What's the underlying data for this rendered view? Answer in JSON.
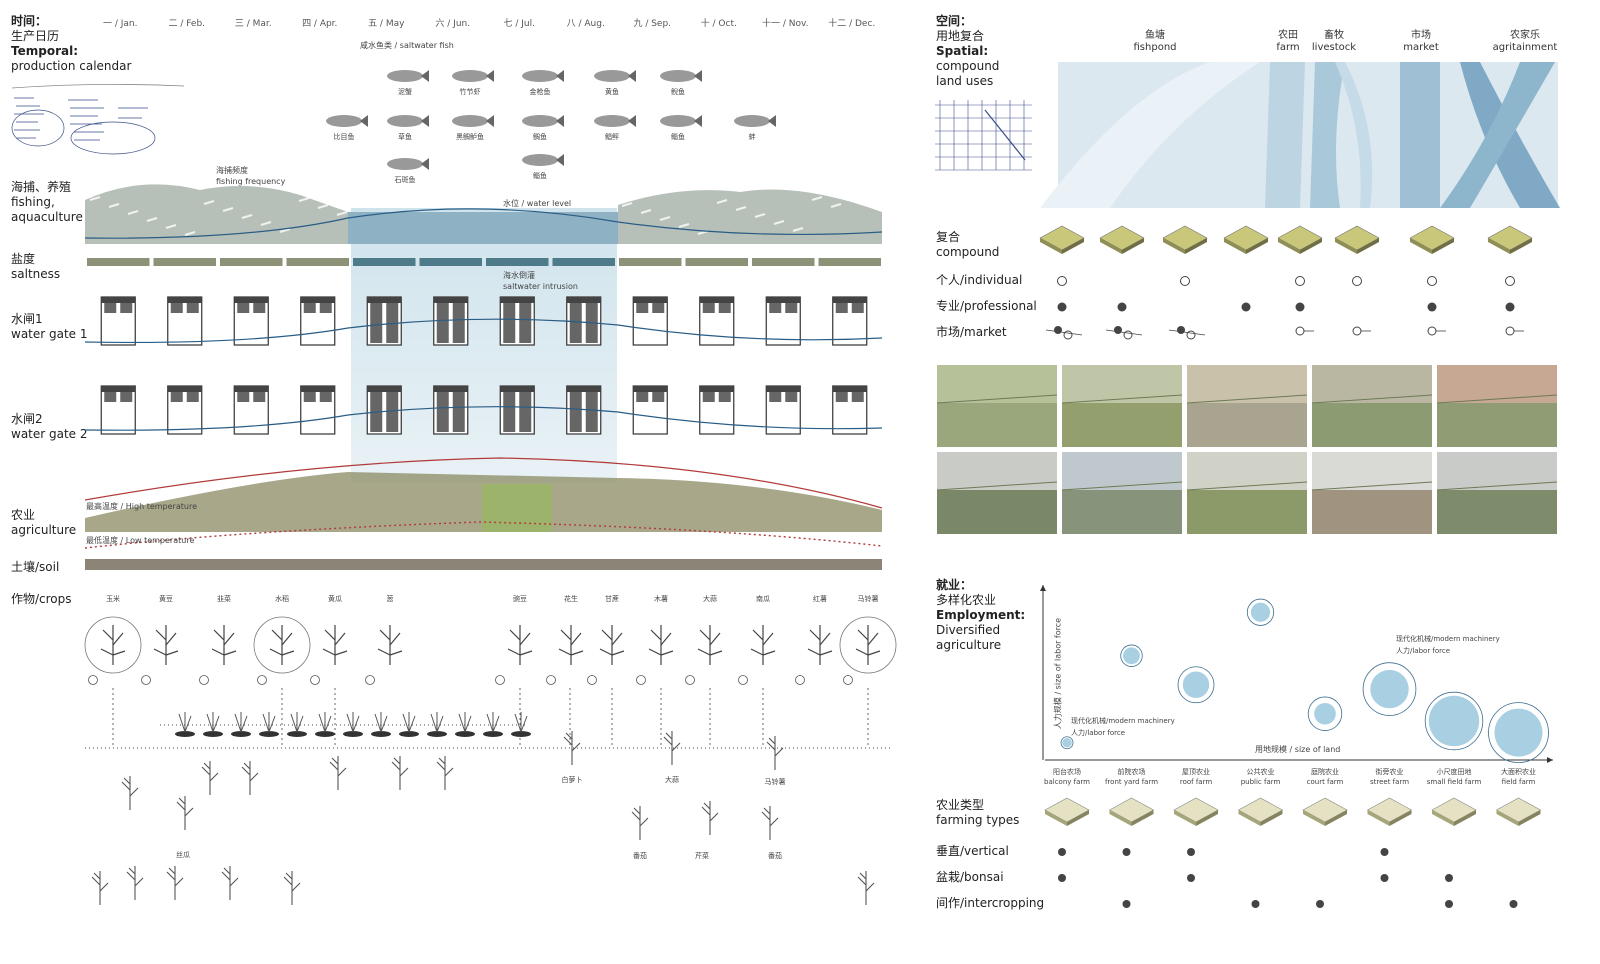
{
  "left": {
    "header": {
      "zh1": "时间：",
      "zh2": "生产日历",
      "en1": "Temporal:",
      "en2": "production calendar"
    },
    "months": [
      "一 / Jan.",
      "二 / Feb.",
      "三 / Mar.",
      "四 / Apr.",
      "五 / May",
      "六 / Jun.",
      "七 / Jul.",
      "八 / Aug.",
      "九 / Sep.",
      "十 / Oct.",
      "十一 / Nov.",
      "十二 / Dec."
    ],
    "fish_title": "咸水鱼类 / saltwater fish",
    "fish": [
      "泥蟹",
      "竹节虾",
      "金枪鱼",
      "黄鱼",
      "鲵鱼",
      "比目鱼",
      "草鱼",
      "黑鲷鲈鱼",
      "鲷鱼",
      "鲳鲆",
      "鲻鱼",
      "蚌",
      "石斑鱼",
      "鲻鱼"
    ],
    "fishing": {
      "zh": "海捕、养殖",
      "en1": "fishing,",
      "en2": "aquaculture",
      "freq_zh": "海捕频度",
      "freq_en": "fishing frequency",
      "water_level": "水位 / water level"
    },
    "saltness": {
      "zh": "盐度",
      "en": "saltness"
    },
    "intrusion": {
      "zh": "海水倒灌",
      "en": "saltwater intrusion"
    },
    "gate1": {
      "zh": "水闸1",
      "en": "water gate 1"
    },
    "gate2": {
      "zh": "水闸2",
      "en": "water gate 2"
    },
    "agri": {
      "zh": "农业",
      "en": "agriculture",
      "high": "最高温度 / High temperature",
      "low": "最低温度 / Low temperature"
    },
    "soil": "土壤/soil",
    "crops_label": "作物/crops",
    "crops_top": [
      "玉米",
      "黄豆",
      "韭菜",
      "水稻",
      "黄瓜",
      "葱",
      "豌豆",
      "花生",
      "甘蔗",
      "木薯",
      "大蒜",
      "南瓜",
      "红薯",
      "马铃薯"
    ],
    "crops_bottom": [
      "白萝卜",
      "大蒜",
      "马铃薯",
      "丝瓜",
      "番茄",
      "芹菜",
      "番茄"
    ]
  },
  "right": {
    "spatial": {
      "zh1": "空间：",
      "zh2": "用地复合",
      "en1": "Spatial:",
      "en2": "compound",
      "en3": "land uses"
    },
    "land_uses": [
      {
        "zh": "鱼塘",
        "en": "fishpond"
      },
      {
        "zh": "农田",
        "en": "farm"
      },
      {
        "zh": "畜牧",
        "en": "livestock"
      },
      {
        "zh": "市场",
        "en": "market"
      },
      {
        "zh": "农家乐",
        "en": "agritainment"
      }
    ],
    "compound": {
      "zh": "复合",
      "en": "compound"
    },
    "rows1": [
      {
        "label": "个人/individual"
      },
      {
        "label": "专业/professional"
      },
      {
        "label": "市场/market"
      }
    ],
    "employment": {
      "zh1": "就业：",
      "zh2": "多样化农业",
      "en1": "Employment:",
      "en2": "Diversified",
      "en3": "agriculture"
    },
    "chart_data": {
      "type": "scatter",
      "ylabel": "人力规模 / size of labor force",
      "xlabel": "用地规模 / size of land",
      "legend": [
        "现代化机械/modern machinery",
        "人力/labor force"
      ],
      "categories": [
        {
          "zh": "阳台农场",
          "en": "balcony farm"
        },
        {
          "zh": "前院农场",
          "en": "front yard farm"
        },
        {
          "zh": "屋顶农业",
          "en": "roof farm"
        },
        {
          "zh": "公共农业",
          "en": "public farm"
        },
        {
          "zh": "庭院农业",
          "en": "court farm"
        },
        {
          "zh": "街旁农业",
          "en": "street farm"
        },
        {
          "zh": "小尺度田地",
          "en": "small field farm"
        },
        {
          "zh": "大面积农业",
          "en": "field farm"
        }
      ],
      "points": [
        {
          "x": 0,
          "y": 0.05,
          "labor": 0.2,
          "machine": 0.25
        },
        {
          "x": 1,
          "y": 0.65,
          "labor": 0.35,
          "machine": 0.45
        },
        {
          "x": 2,
          "y": 0.45,
          "labor": 0.55,
          "machine": 0.75
        },
        {
          "x": 3,
          "y": 0.95,
          "labor": 0.4,
          "machine": 0.55
        },
        {
          "x": 4,
          "y": 0.25,
          "labor": 0.45,
          "machine": 0.7
        },
        {
          "x": 5,
          "y": 0.42,
          "labor": 0.8,
          "machine": 1.1
        },
        {
          "x": 6,
          "y": 0.2,
          "labor": 1.05,
          "machine": 1.2
        },
        {
          "x": 7,
          "y": 0.12,
          "labor": 1.0,
          "machine": 1.25
        }
      ]
    },
    "farming_types": {
      "zh": "农业类型",
      "en": "farming types"
    },
    "rows2": [
      {
        "label": "垂直/vertical",
        "dots": [
          1,
          1,
          1,
          0,
          0,
          1,
          0,
          0
        ]
      },
      {
        "label": "盆栽/bonsai",
        "dots": [
          1,
          0,
          1,
          0,
          0,
          1,
          1,
          0
        ]
      },
      {
        "label": "间作/intercropping",
        "dots": [
          0,
          1,
          0,
          1,
          1,
          0,
          1,
          1
        ]
      }
    ]
  }
}
